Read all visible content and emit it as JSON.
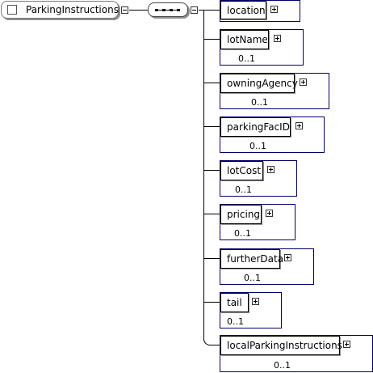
{
  "root": {
    "label": "ParkingInstructions",
    "icon": "element-checkbox-icon"
  },
  "sequence": {
    "icon": "sequence-compositor-icon"
  },
  "elements": [
    {
      "name": "location",
      "cardinality": ""
    },
    {
      "name": "lotName",
      "cardinality": "0..1"
    },
    {
      "name": "owningAgency",
      "cardinality": "0..1"
    },
    {
      "name": "parkingFacID",
      "cardinality": "0..1"
    },
    {
      "name": "lotCost",
      "cardinality": "0..1"
    },
    {
      "name": "pricing",
      "cardinality": "0..1"
    },
    {
      "name": "furtherData",
      "cardinality": "0..1"
    },
    {
      "name": "tail",
      "cardinality": "0..1"
    },
    {
      "name": "localParkingInstructions",
      "cardinality": "0..1"
    }
  ],
  "colors": {
    "outer_border": "#00006a",
    "shadow": "#8e8e8e",
    "line": "#000000"
  }
}
